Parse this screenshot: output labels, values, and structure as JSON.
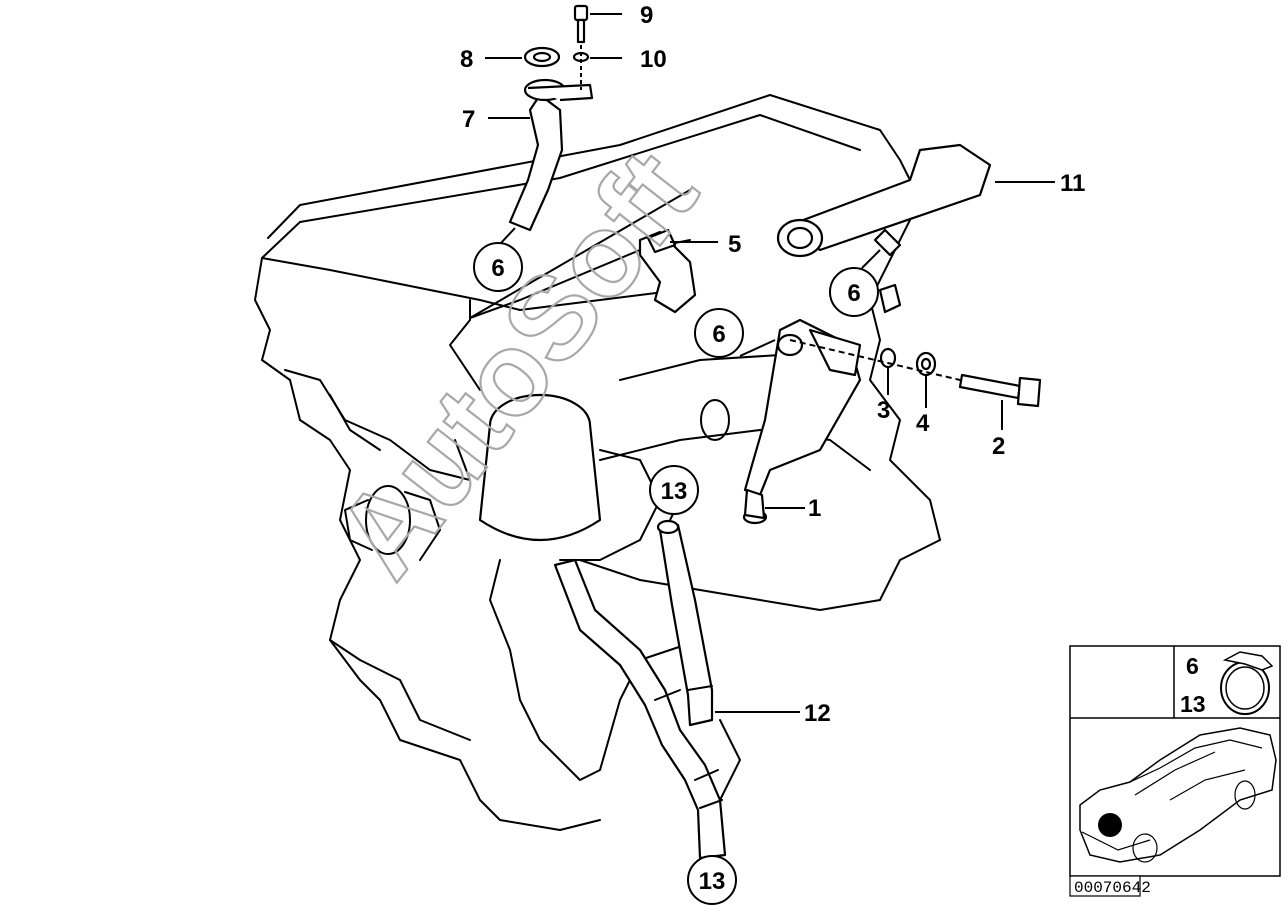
{
  "diagram": {
    "callouts": {
      "p1": "1",
      "p2": "2",
      "p3": "3",
      "p4": "4",
      "p5": "5",
      "p7": "7",
      "p8": "8",
      "p9": "9",
      "p10": "10",
      "p11": "11",
      "p12": "12"
    },
    "circled": {
      "c6a": "6",
      "c6b": "6",
      "c6c": "6",
      "c13a": "13",
      "c13b": "13"
    },
    "watermark": "AutoSoft"
  },
  "inset": {
    "clamp_label_top": "6",
    "clamp_label_bottom": "13",
    "reference_number": "00070642"
  }
}
